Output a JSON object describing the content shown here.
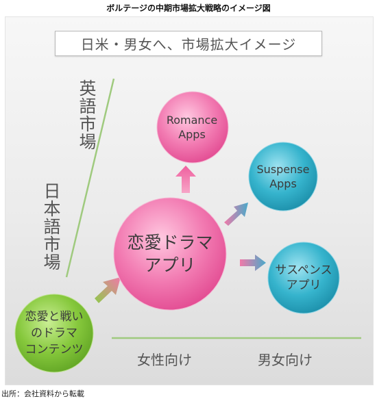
{
  "title": "ボルテージの中期市場拡大戦略のイメージ図",
  "header_label": "日米・男女へ、市場拡大イメージ",
  "vertical_labels": {
    "english_market": "英語市場",
    "japanese_market": "日本語市場"
  },
  "horizontal_labels": {
    "female": "女性向け",
    "all_genders": "男女向け"
  },
  "nodes": {
    "romance_apps": [
      "Romance",
      "Apps"
    ],
    "suspense_apps": [
      "Suspense",
      "Apps"
    ],
    "romance_drama_app": [
      "恋愛ドラマ",
      "アプリ"
    ],
    "suspense_app_ja": [
      "サスペンス",
      "アプリ"
    ],
    "romance_battle_content": [
      "恋愛と戦い",
      "のドラマ",
      "コンテンツ"
    ]
  },
  "colors": {
    "pink": "#f06aa5",
    "teal": "#2aa8c2",
    "green": "#7cc232",
    "line_green": "#9fca7e"
  },
  "source": "出所：会社資料から転載"
}
